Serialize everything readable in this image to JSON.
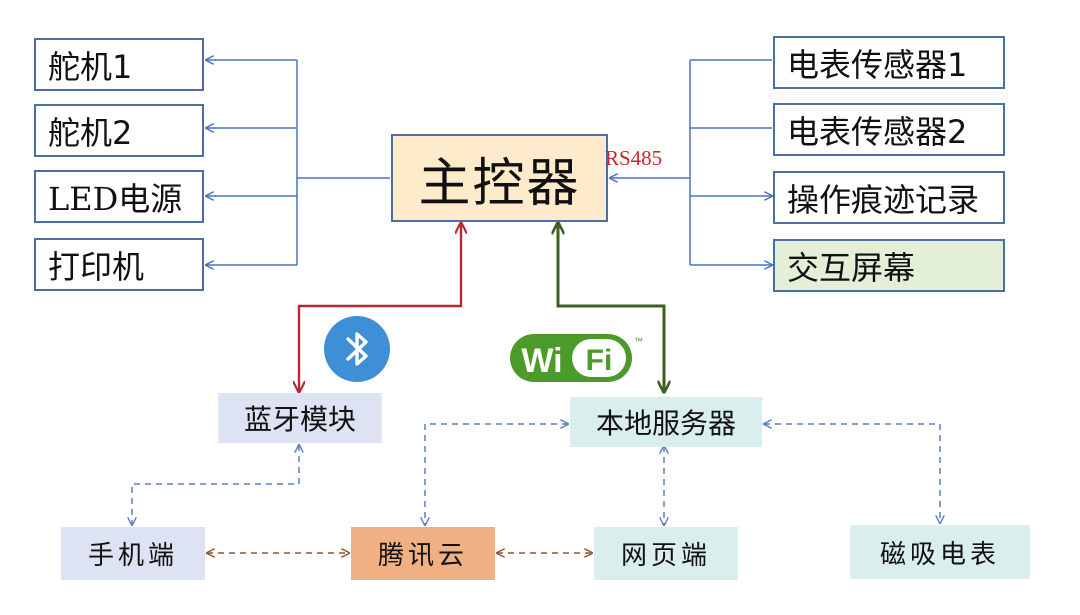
{
  "diagram": {
    "main_controller": "主控器",
    "rs485_label": "RS485",
    "outputs": [
      "舵机1",
      "舵机2",
      "LED电源",
      "打印机"
    ],
    "inputs": [
      "电表传感器1",
      "电表传感器2",
      "操作痕迹记录",
      "交互屏幕"
    ],
    "bluetooth_module": "蓝牙模块",
    "local_server": "本地服务器",
    "bottom_nodes": {
      "mobile": "手机端",
      "tencent_cloud": "腾讯云",
      "web": "网页端",
      "magnetic_meter": "磁吸电表"
    },
    "wifi_logo": {
      "text_left": "Wi",
      "text_right": "Fi",
      "tm": "™"
    },
    "icons": {
      "bluetooth": "bluetooth-icon",
      "wifi": "wifi-logo"
    },
    "colors": {
      "box_border": "#4a6fa0",
      "blue_arrow": "#4a72c4",
      "bluetooth_line": "#b52a33",
      "wifi_line": "#3d5f24",
      "dashed_blue": "#5b7fc4",
      "dashed_brown": "#8a5a3c",
      "main_fill": "#fdebcc",
      "light_blue_fill": "#dde3f2",
      "teal_fill": "#dbeeee",
      "orange_fill": "#f0b083",
      "green_fill": "#e3efd7",
      "bluetooth_badge": "#3f8fd6",
      "wifi_green": "#4c9a2a",
      "rs485_red": "#c8282d"
    }
  }
}
